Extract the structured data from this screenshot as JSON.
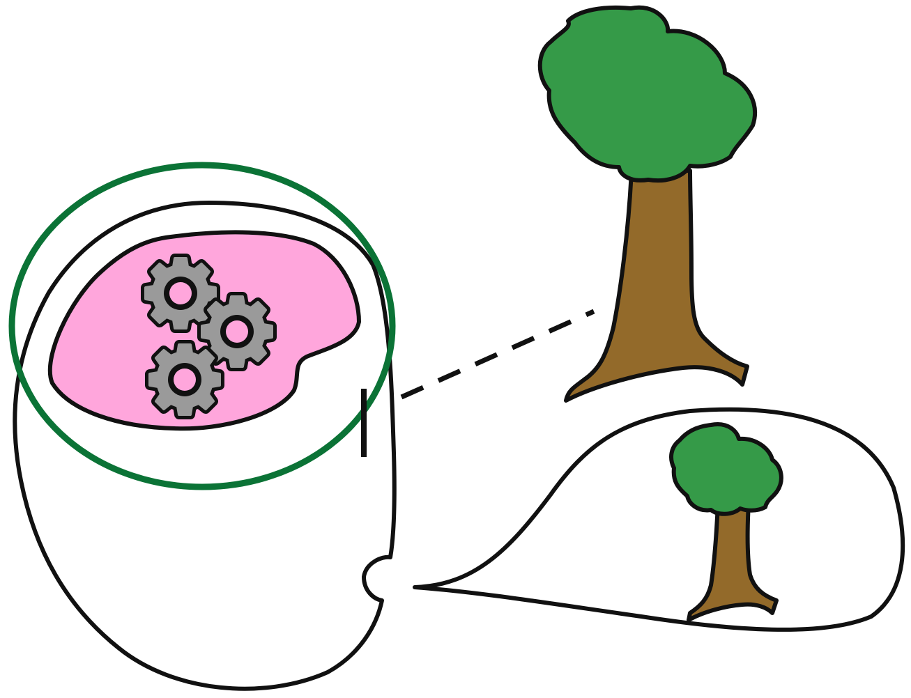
{
  "diagram": {
    "title": "",
    "labels": [],
    "elements": [
      {
        "name": "head-outline",
        "kind": "profile"
      },
      {
        "name": "brain",
        "kind": "organ",
        "contains": [
          "gear-icon",
          "gear-icon",
          "gear-icon"
        ]
      },
      {
        "name": "focus-ellipse",
        "kind": "highlight"
      },
      {
        "name": "eye",
        "kind": "sense"
      },
      {
        "name": "gaze-line",
        "kind": "dashed-connector"
      },
      {
        "name": "real-tree",
        "kind": "object"
      },
      {
        "name": "speech-bubble",
        "kind": "bubble",
        "contains": [
          "small-tree"
        ]
      }
    ]
  },
  "icons": {
    "gear": "gear-icon",
    "tree": "tree-icon"
  },
  "colors": {
    "stroke": "#111111",
    "brain_fill": "#ffa6dc",
    "highlight": "#0b7336",
    "gear_fill": "#9a9a9a",
    "foliage": "#359a48",
    "trunk": "#936a2a",
    "background": "#ffffff"
  }
}
